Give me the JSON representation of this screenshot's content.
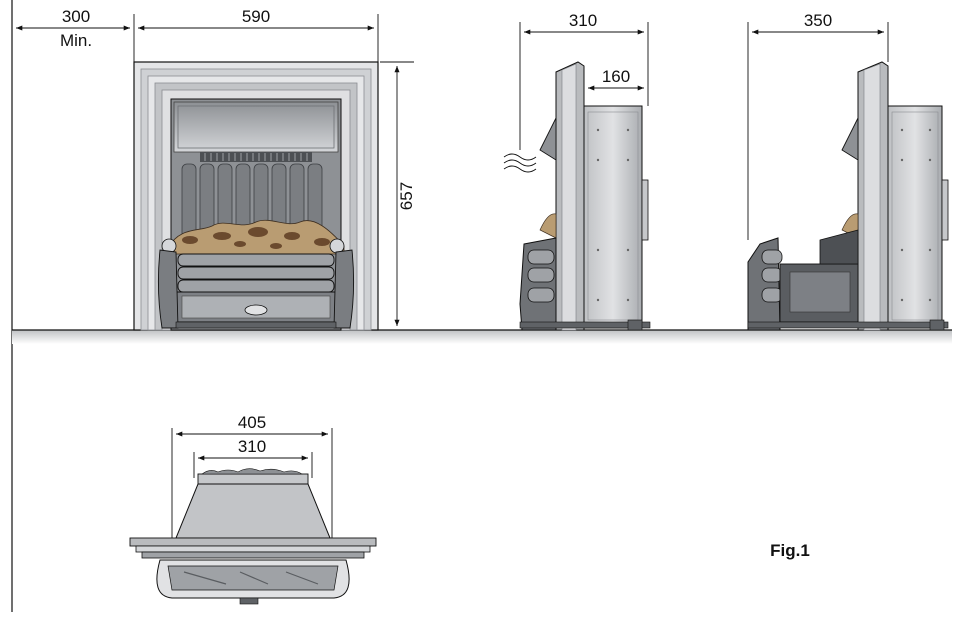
{
  "dimensions": {
    "clearance": "300",
    "clearance_note": "Min.",
    "front_width": "590",
    "front_height": "657",
    "side_depth": "310",
    "side_inset": "160",
    "side_depth_with_basket": "350",
    "top_overall": "405",
    "top_inner": "310"
  },
  "figure_label": "Fig.1",
  "colors": {
    "line": "#111111",
    "frame_light": "#d9dadc",
    "frame_mid": "#b9bbbe",
    "frame_dark": "#6f7276",
    "casing": "#c6c8cb",
    "shadow": "#9ea1a6",
    "coal": "#5a5d61"
  }
}
